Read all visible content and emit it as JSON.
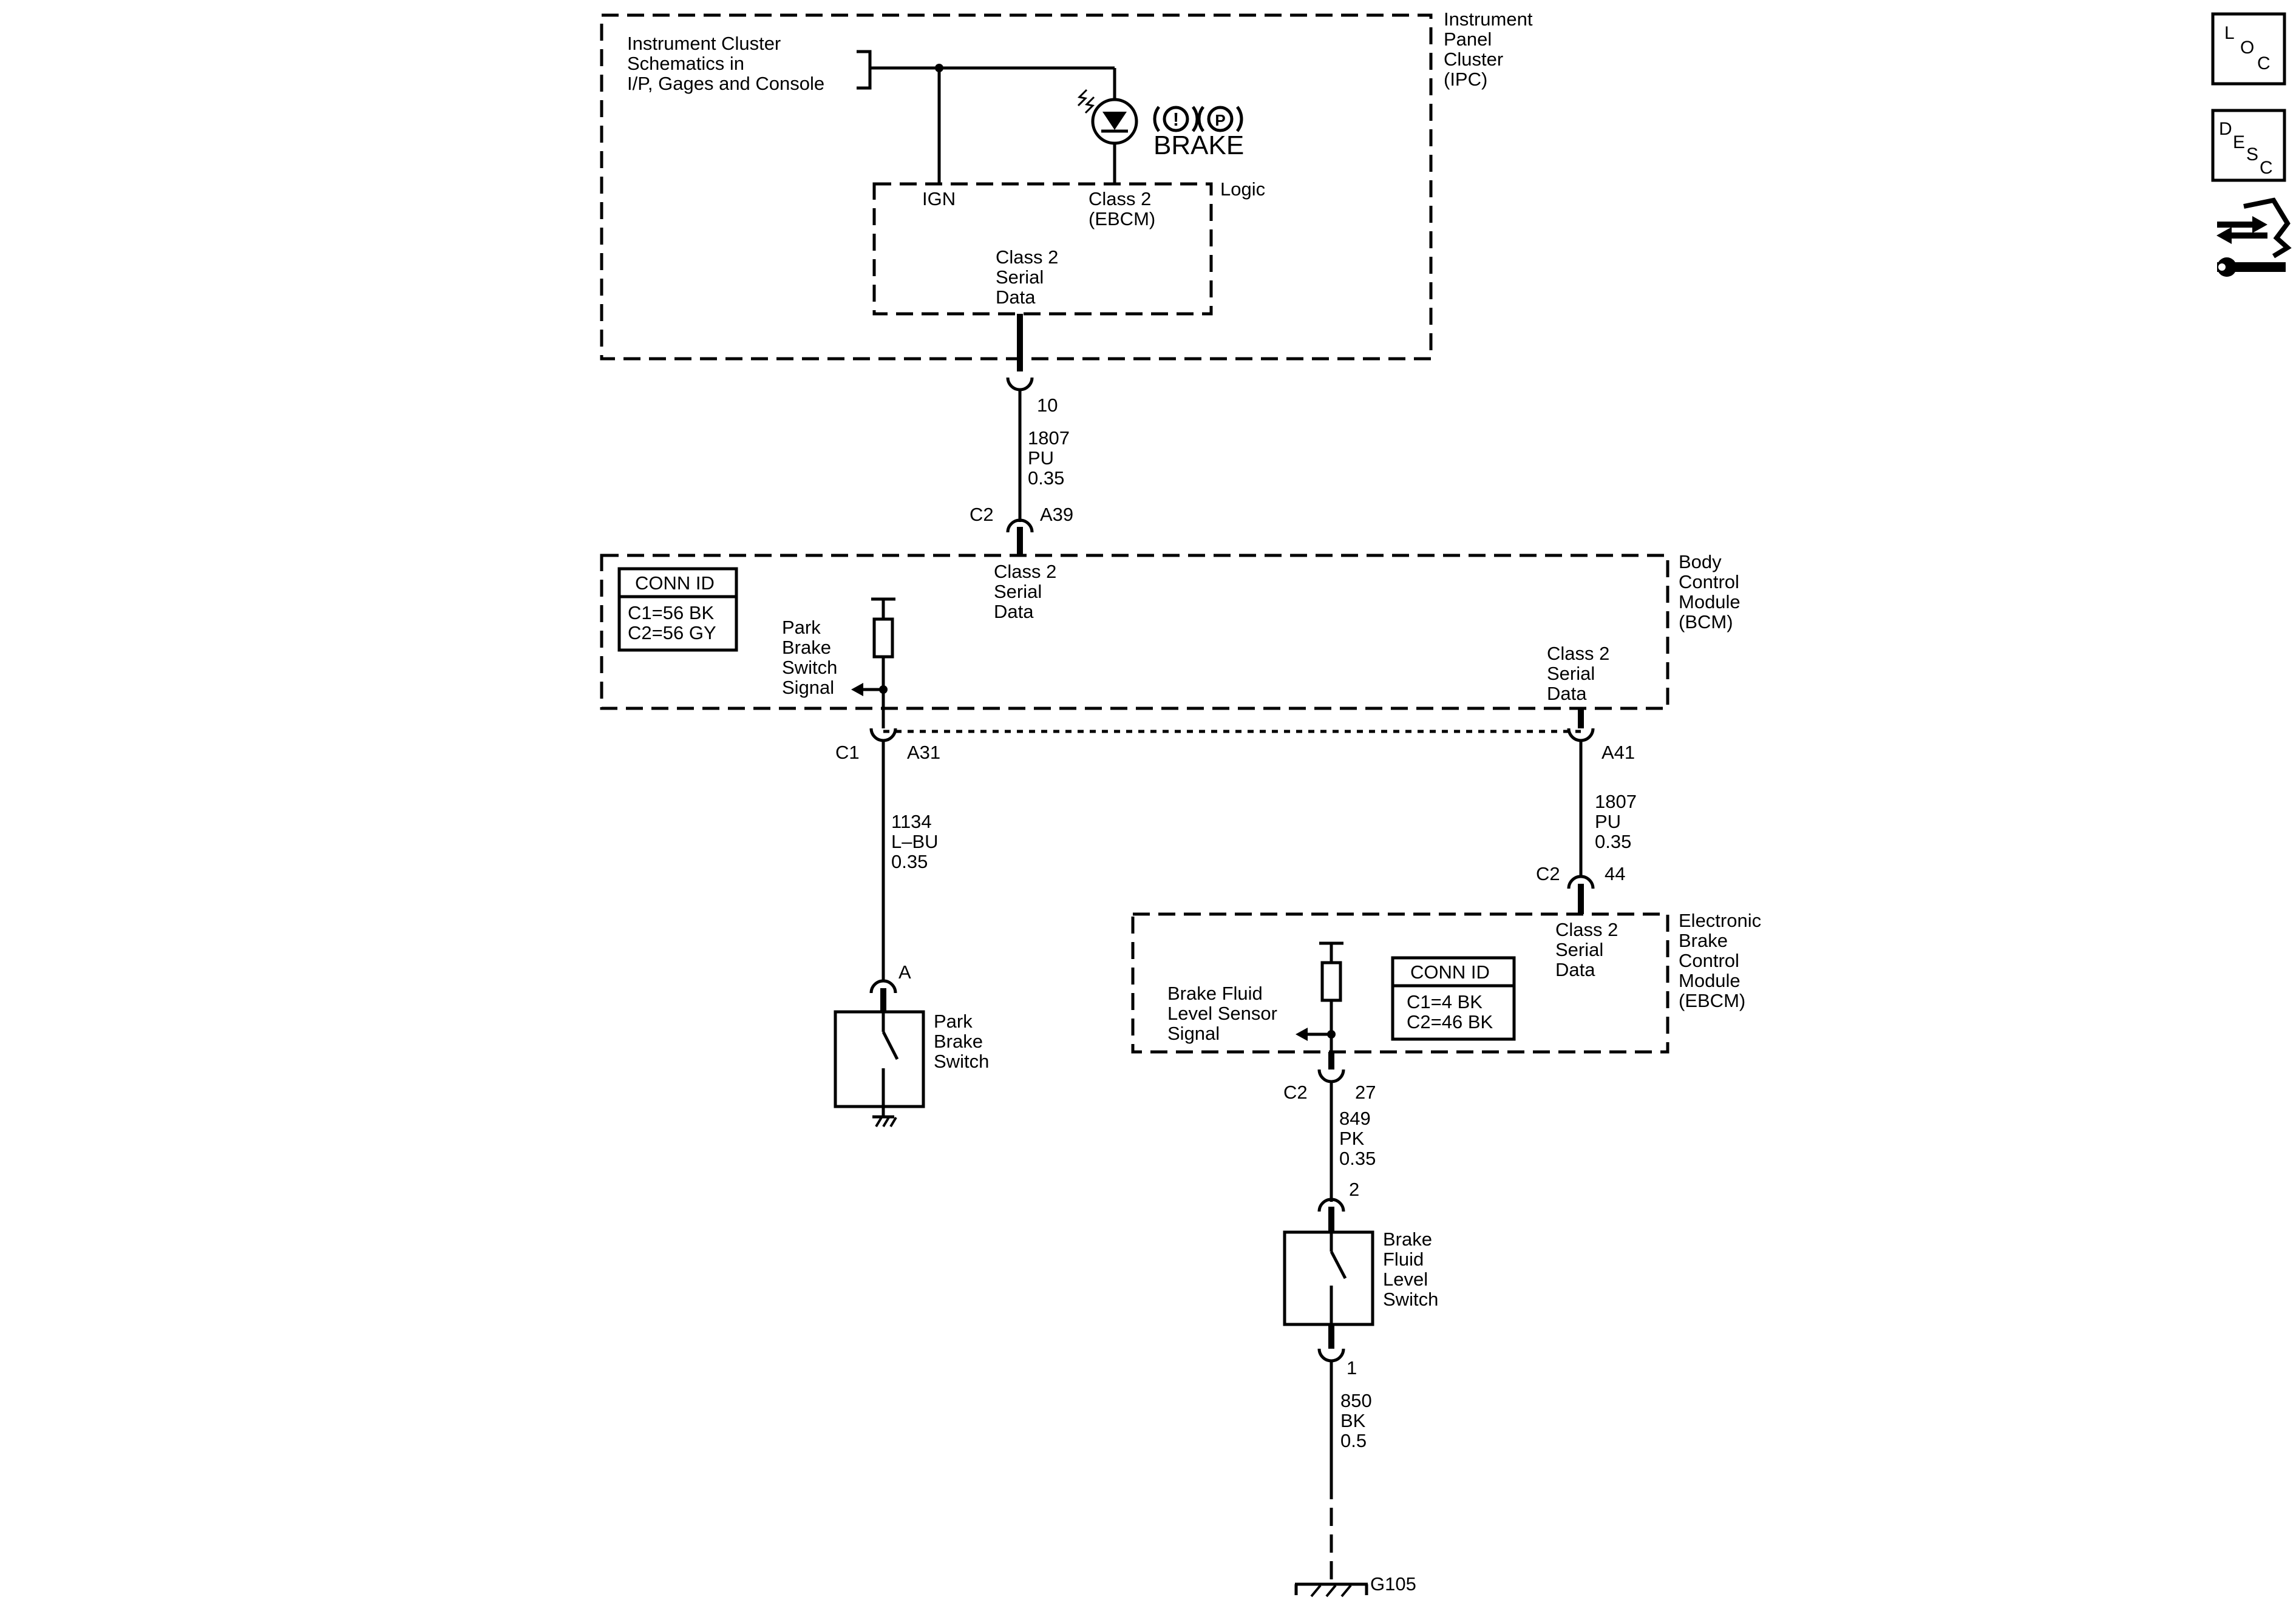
{
  "ipc": {
    "ref_text": [
      "Instrument Cluster",
      "Schematics in",
      "I/P, Gages and Console"
    ],
    "name": [
      "Instrument",
      "Panel",
      "Cluster",
      "(IPC)"
    ],
    "logic_label": "Logic",
    "ign_label": "IGN",
    "class2_ebcm": [
      "Class 2",
      "(EBCM)"
    ],
    "serial_data": [
      "Class 2",
      "Serial",
      "Data"
    ],
    "brake_text": "BRAKE",
    "brake_warning_symbol": "!",
    "brake_park_symbol": "P"
  },
  "wire_ipc_bcm": {
    "ipc_pin": "10",
    "circuit": [
      "1807",
      "PU",
      "0.35"
    ],
    "bcm_connector": "C2",
    "bcm_pin": "A39"
  },
  "bcm": {
    "name": [
      "Body",
      "Control",
      "Module",
      "(BCM)"
    ],
    "conn_id": {
      "title": "CONN ID",
      "lines": [
        "C1=56 BK",
        "C2=56 GY"
      ]
    },
    "serial_data_top": [
      "Class 2",
      "Serial",
      "Data"
    ],
    "park_brake_signal": [
      "Park",
      "Brake",
      "Switch",
      "Signal"
    ],
    "serial_data_right": [
      "Class 2",
      "Serial",
      "Data"
    ]
  },
  "wire_park_brake": {
    "connector": "C1",
    "pin": "A31",
    "circuit": [
      "1134",
      "L–BU",
      "0.35"
    ],
    "switch_pin": "A"
  },
  "park_brake_switch": {
    "name": [
      "Park",
      "Brake",
      "Switch"
    ]
  },
  "wire_bcm_ebcm": {
    "bcm_pin": "A41",
    "circuit": [
      "1807",
      "PU",
      "0.35"
    ],
    "ebcm_connector": "C2",
    "ebcm_pin": "44"
  },
  "ebcm": {
    "name": [
      "Electronic",
      "Brake",
      "Control",
      "Module",
      "(EBCM)"
    ],
    "serial_data": [
      "Class 2",
      "Serial",
      "Data"
    ],
    "conn_id": {
      "title": "CONN ID",
      "lines": [
        "C1=4 BK",
        "C2=46 BK"
      ]
    },
    "fluid_signal": [
      "Brake Fluid",
      "Level Sensor",
      "Signal"
    ]
  },
  "wire_ebcm_fluid": {
    "connector": "C2",
    "pin": "27",
    "circuit": [
      "849",
      "PK",
      "0.35"
    ],
    "switch_pin": "2"
  },
  "fluid_switch": {
    "name": [
      "Brake",
      "Fluid",
      "Level",
      "Switch"
    ],
    "ground_pin": "1"
  },
  "wire_ground": {
    "circuit": [
      "850",
      "BK",
      "0.5"
    ],
    "ground": "G105"
  },
  "nav": {
    "loc": [
      "L",
      "O",
      "C"
    ],
    "desc": [
      "D",
      "E",
      "S",
      "C"
    ],
    "connector_icon": "connector-repair-icon"
  }
}
